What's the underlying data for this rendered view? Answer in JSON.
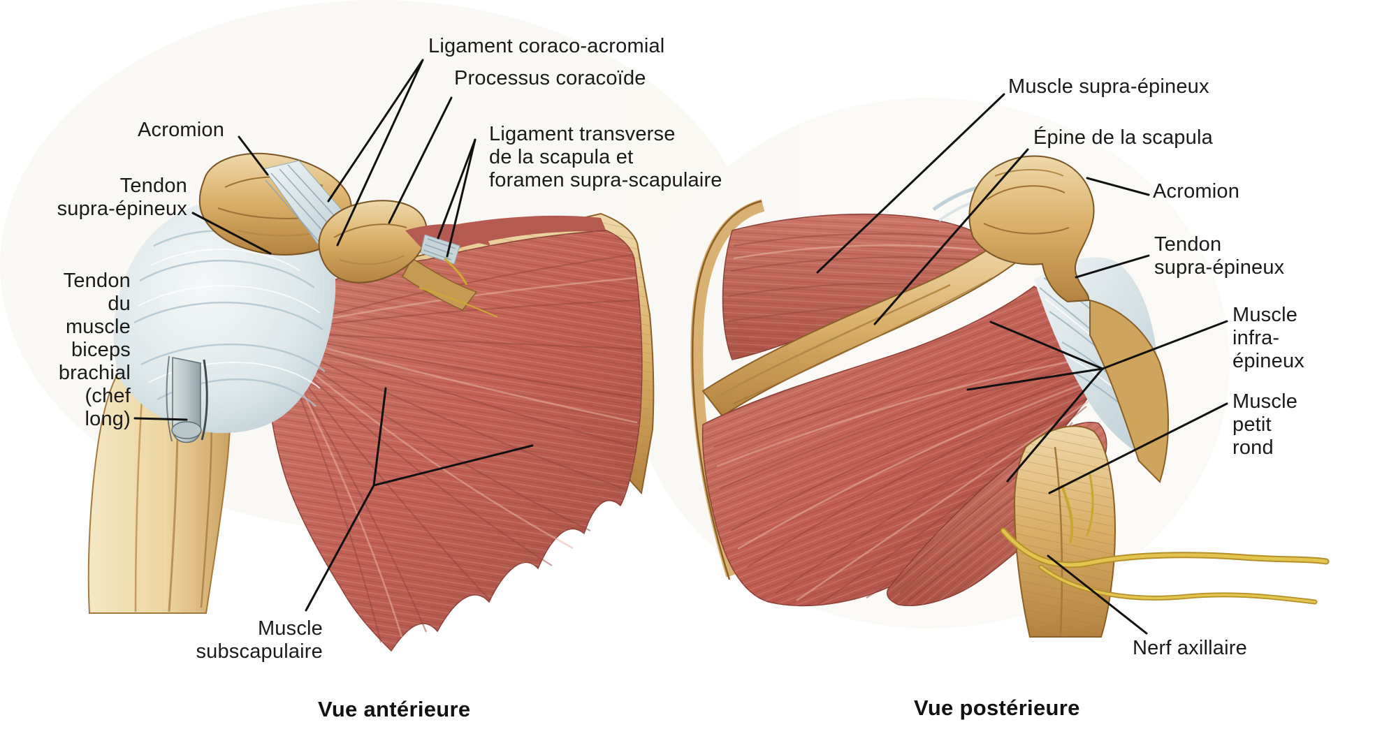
{
  "figure_type": "anatomical-diagram",
  "subject": "Muscles de l'épaule (coiffe des rotateurs)",
  "colors": {
    "muscle": "#c05e53",
    "muscle_dark": "#8e4036",
    "muscle_light": "#e2a493",
    "bone": "#d7aa60",
    "bone_light": "#efdcae",
    "bone_dark": "#9c7235",
    "tendon": "#d7e2e5",
    "tendon_shadow": "#9fb6c0",
    "nerve": "#d2af35",
    "leader_line": "#111111",
    "text": "#1a1a1a",
    "background": "#ffffff"
  },
  "anterior": {
    "caption": "Vue antérieure",
    "labels": {
      "ligament_coraco_acromial": "Ligament coraco-acromial",
      "processus_coracoide": "Processus coracoïde",
      "ligament_transverse": "Ligament transverse\nde la scapula et\nforamen supra-scapulaire",
      "acromion": "Acromion",
      "tendon_supra_epineux": "Tendon\nsupra-épineux",
      "tendon_biceps": "Tendon\ndu\nmuscle\nbiceps\nbrachial\n(chef\nlong)",
      "muscle_subscapulaire": "Muscle\nsubscapulaire"
    }
  },
  "posterior": {
    "caption": "Vue postérieure",
    "labels": {
      "muscle_supra_epineux": "Muscle supra-épineux",
      "epine_scapula": "Épine de la scapula",
      "acromion": "Acromion",
      "tendon_supra_epineux": "Tendon\nsupra-épineux",
      "muscle_infra_epineux": "Muscle\ninfra-\népineux",
      "muscle_petit_rond": "Muscle\npetit\nrond",
      "nerf_axillaire": "Nerf axillaire"
    }
  }
}
